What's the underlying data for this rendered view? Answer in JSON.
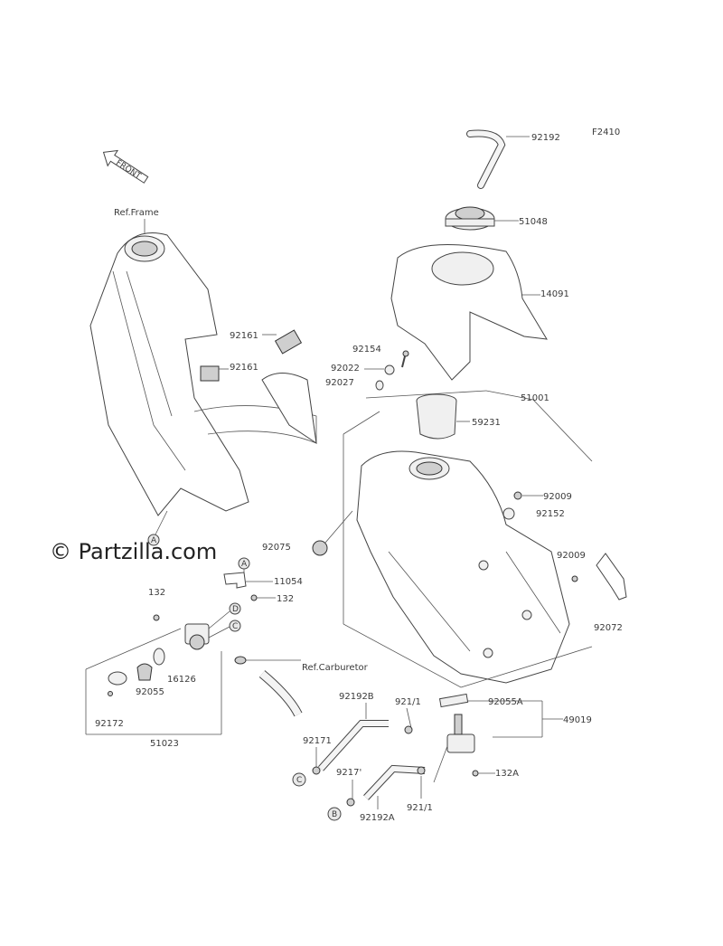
{
  "figure_code": "F2410",
  "watermark": "© Partzilla.com",
  "front_arrow_label": "FRONT",
  "references": {
    "frame": "Ref.Frame",
    "carburetor": "Ref.Carburetor"
  },
  "callout_letters": [
    "A",
    "B",
    "C",
    "D"
  ],
  "part_labels": {
    "p92192": "92192",
    "p51048": "51048",
    "p14091": "14091",
    "p92161_a": "92161",
    "p92161_b": "92161",
    "p92154": "92154",
    "p92022": "92022",
    "p92027": "92027",
    "p51001": "51001",
    "p59231": "59231",
    "p92009_a": "92009",
    "p92152": "92152",
    "p92075": "92075",
    "p92009_b": "92009",
    "p11054": "11054",
    "p132_a": "132",
    "p132_b": "132",
    "p16126": "16126",
    "p92055": "92055",
    "p92172": "92172",
    "p51023": "51023",
    "p92072": "92072",
    "p92192B": "92192B",
    "p92171_a": "921/1",
    "p92055A": "92055A",
    "p49019": "49019",
    "p92171_b": "92171",
    "p92171_c": "9217'",
    "p92171_d": "921/1",
    "p132A": "132A",
    "p92192A": "92192A"
  }
}
